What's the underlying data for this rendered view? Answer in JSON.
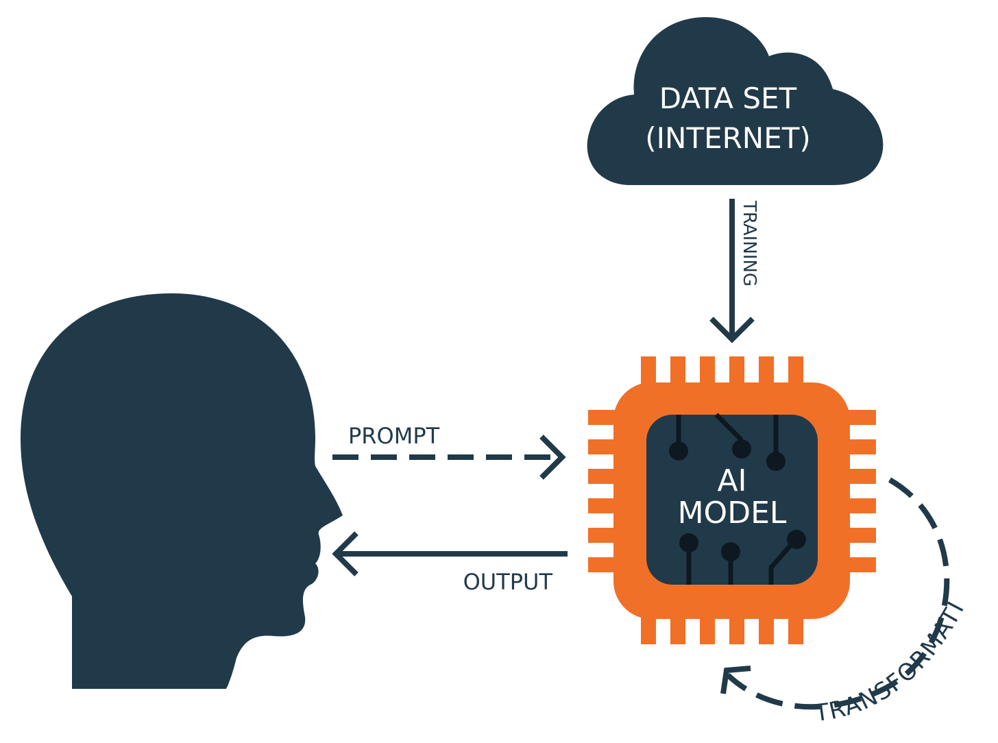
{
  "colors": {
    "navy": "#213a4a",
    "orange": "#f07028",
    "background": "#ffffff"
  },
  "cloud": {
    "icon": "cloud-icon",
    "line1": "DATA SET",
    "line2": "(INTERNET)"
  },
  "human": {
    "icon": "head-silhouette-icon"
  },
  "chip": {
    "icon": "processor-chip-icon",
    "line1": "AI",
    "line2": "MODEL"
  },
  "arrows": {
    "training": "TRAINING",
    "prompt": "PROMPT",
    "output": "OUTPUT",
    "transformation": "TRANSFORMATION"
  }
}
